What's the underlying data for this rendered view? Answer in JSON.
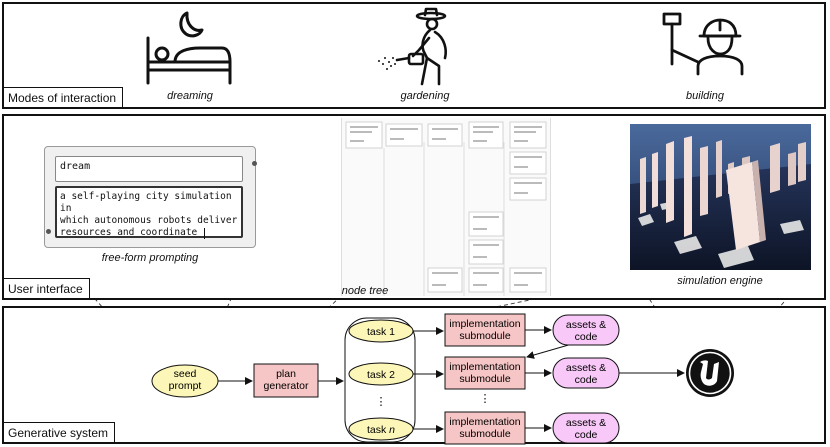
{
  "modes": {
    "label": "Modes of interaction",
    "items": [
      {
        "caption": "dreaming",
        "icon": "sleeping-person-icon"
      },
      {
        "caption": "gardening",
        "icon": "gardener-icon"
      },
      {
        "caption": "building",
        "icon": "builder-icon"
      }
    ]
  },
  "ui": {
    "label": "User interface",
    "prompt": {
      "title_value": "dream",
      "body_lines": [
        "a self-playing city simulation in",
        "which autonomous robots deliver",
        "resources and coordinate"
      ],
      "caption": "free-form prompting"
    },
    "node_tree_caption": "node tree",
    "sim_caption": "simulation engine"
  },
  "generative": {
    "label": "Generative system",
    "seed_prompt": [
      "seed",
      "prompt"
    ],
    "plan_generator": [
      "plan",
      "generator"
    ],
    "tasks": [
      "task 1",
      "task 2",
      "task n"
    ],
    "impl": [
      "implementation",
      "submodule"
    ],
    "assets": [
      "assets &",
      "code"
    ],
    "ellipsis": "⋮",
    "engine_icon": "unreal-engine-logo-icon"
  },
  "colors": {
    "seed": "#fcf6b8",
    "plan": "#f6c5c5",
    "assets": "#f8c8f8",
    "task": "#fcf6b8",
    "impl": "#f6c5c5"
  }
}
